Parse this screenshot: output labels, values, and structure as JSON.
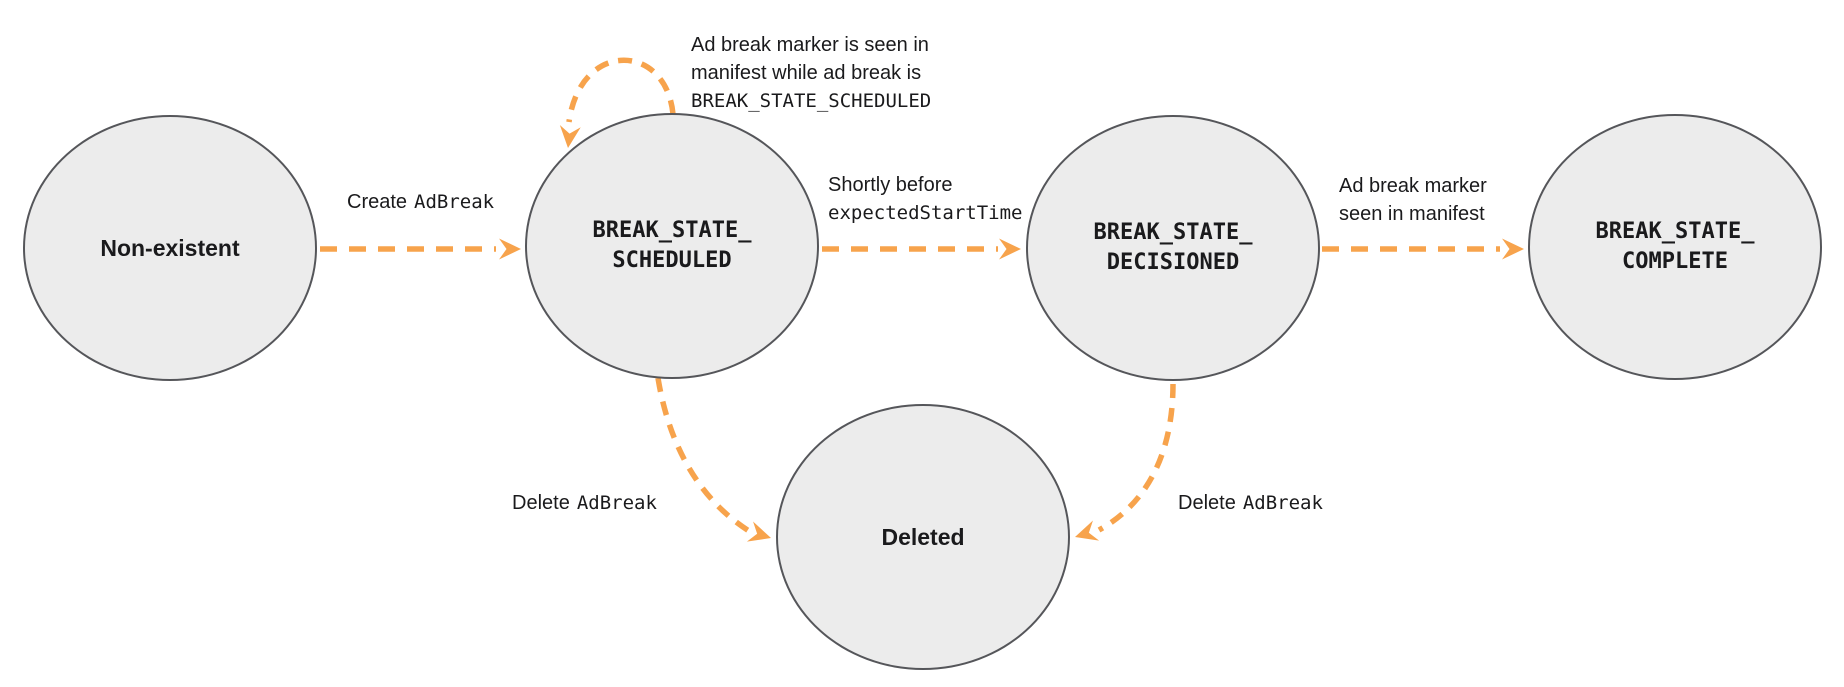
{
  "diagram": {
    "colors": {
      "accent": "#F7A34C",
      "node_fill": "#ECECEC",
      "node_stroke": "#55565A",
      "text": "#1A1A1C"
    },
    "nodes": [
      {
        "id": "non-existent",
        "label": "Non-existent"
      },
      {
        "id": "break-state-scheduled",
        "label": "BREAK_STATE_\nSCHEDULED"
      },
      {
        "id": "break-state-decisioned",
        "label": "BREAK_STATE_\nDECISIONED"
      },
      {
        "id": "break-state-complete",
        "label": "BREAK_STATE_\nCOMPLETE"
      },
      {
        "id": "deleted",
        "label": "Deleted"
      }
    ],
    "edges": {
      "create": {
        "text": "Create",
        "code": "AdBreak"
      },
      "self_loop": {
        "text": "Ad break marker is seen in\nmanifest while ad break is",
        "code": "BREAK_STATE_SCHEDULED"
      },
      "to_decisioned": {
        "text": "Shortly before",
        "code": "expectedStartTime"
      },
      "to_complete": {
        "text": "Ad break marker\nseen in manifest"
      },
      "delete_left": {
        "text": "Delete",
        "code": "AdBreak"
      },
      "delete_right": {
        "text": "Delete",
        "code": "AdBreak"
      }
    }
  }
}
